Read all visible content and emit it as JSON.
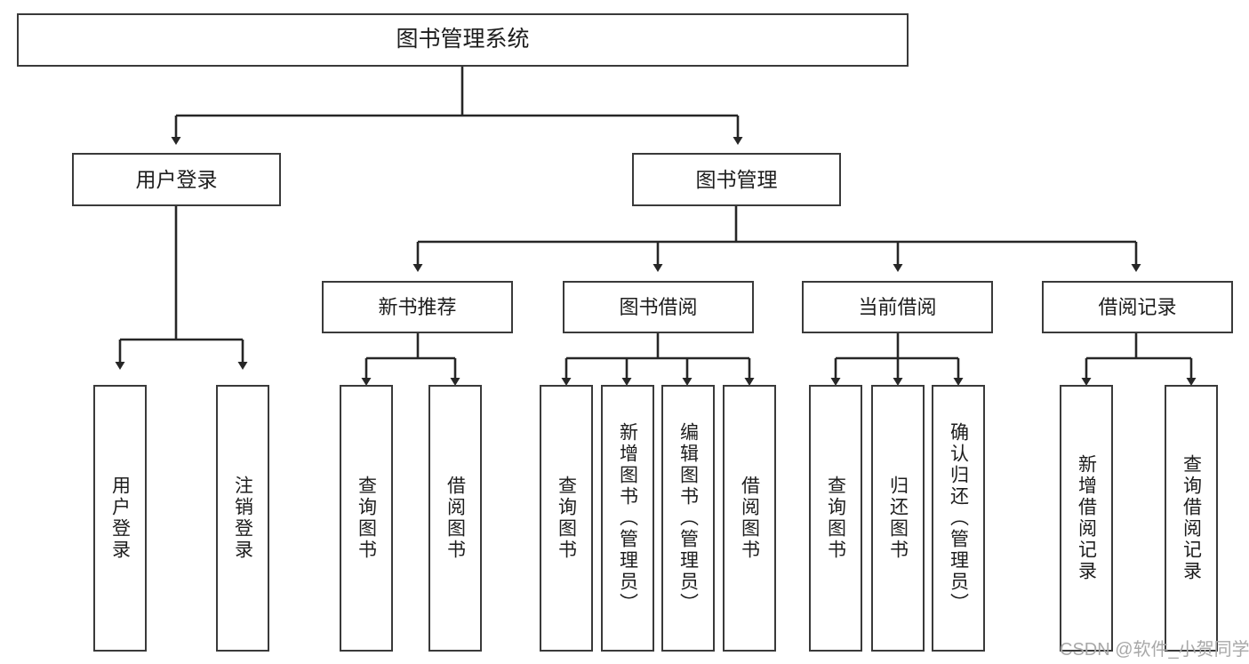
{
  "diagram": {
    "title": "图书管理系统",
    "type": "tree-hierarchy",
    "watermark": "CSDN @软件_小贺同学",
    "colors": {
      "box_border": "#3a3a3a",
      "box_fill": "#ffffff",
      "connector": "#262626",
      "text": "#1d1d1d",
      "watermark": "#a8a8a8",
      "background": "#ffffff"
    }
  },
  "root": {
    "label": "图书管理系统"
  },
  "level2": [
    {
      "id": "user-login",
      "label": "用户登录"
    },
    {
      "id": "book-management",
      "label": "图书管理"
    }
  ],
  "level3": [
    {
      "id": "new-book-recommend",
      "label": "新书推荐",
      "parent": "book-management"
    },
    {
      "id": "book-borrow",
      "label": "图书借阅",
      "parent": "book-management"
    },
    {
      "id": "current-borrow",
      "label": "当前借阅",
      "parent": "book-management"
    },
    {
      "id": "borrow-record",
      "label": "借阅记录",
      "parent": "book-management"
    }
  ],
  "leaves": {
    "user_login": [
      {
        "id": "leaf-user-login",
        "label": "用户登录"
      },
      {
        "id": "leaf-user-logout",
        "label": "注销登录"
      }
    ],
    "new_book_recommend": [
      {
        "id": "leaf-query-book-1",
        "label": "查询图书"
      },
      {
        "id": "leaf-borrow-book-1",
        "label": "借阅图书"
      }
    ],
    "book_borrow": [
      {
        "id": "leaf-query-book-2",
        "label": "查询图书"
      },
      {
        "id": "leaf-add-book",
        "label": "新增图书（管理员）"
      },
      {
        "id": "leaf-edit-book",
        "label": "编辑图书（管理员）"
      },
      {
        "id": "leaf-borrow-book-2",
        "label": "借阅图书"
      }
    ],
    "current_borrow": [
      {
        "id": "leaf-query-book-3",
        "label": "查询图书"
      },
      {
        "id": "leaf-return-book",
        "label": "归还图书"
      },
      {
        "id": "leaf-confirm-return",
        "label": "确认归还（管理员）"
      }
    ],
    "borrow_record": [
      {
        "id": "leaf-add-record",
        "label": "新增借阅记录"
      },
      {
        "id": "leaf-query-record",
        "label": "查询借阅记录"
      }
    ]
  }
}
